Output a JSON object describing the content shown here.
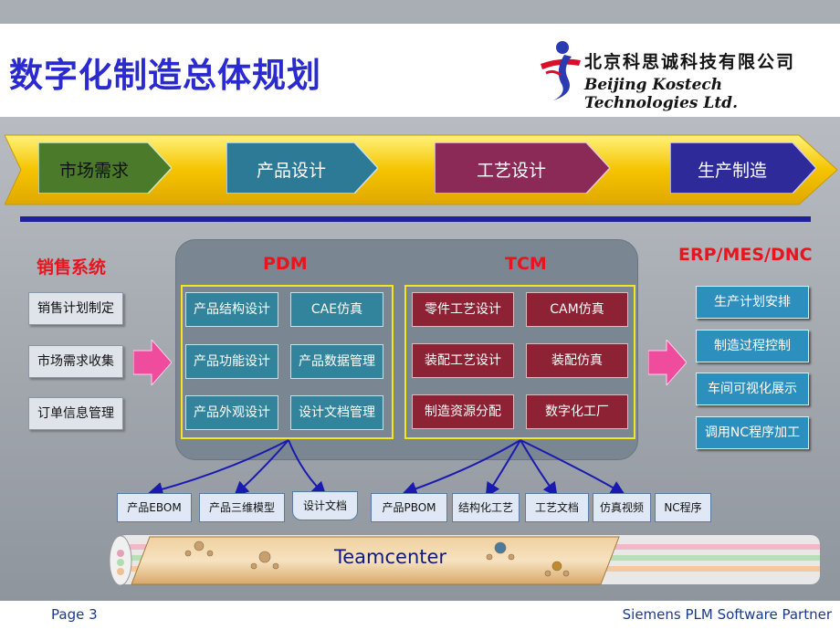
{
  "slide": {
    "title": "数字化制造总体规划",
    "page": "Page 3",
    "partner": "Siemens PLM Software Partner"
  },
  "logo": {
    "name_cn": "北京科思诚科技有限公司",
    "name_en": "Beijing Kostech Technologies Ltd."
  },
  "process": [
    {
      "label": "市场需求",
      "color": "#4a7a2a"
    },
    {
      "label": "产品设计",
      "color": "#2d7a96"
    },
    {
      "label": "工艺设计",
      "color": "#8b2a56"
    },
    {
      "label": "生产制造",
      "color": "#2e2a9a"
    }
  ],
  "sales": {
    "title": "销售系统",
    "items": [
      "销售计划制定",
      "市场需求收集",
      "订单信息管理"
    ]
  },
  "pdm": {
    "title": "PDM",
    "items": [
      "产品结构设计",
      "CAE仿真",
      "产品功能设计",
      "产品数据管理",
      "产品外观设计",
      "设计文档管理"
    ]
  },
  "tcm": {
    "title": "TCM",
    "items": [
      "零件工艺设计",
      "CAM仿真",
      "装配工艺设计",
      "装配仿真",
      "制造资源分配",
      "数字化工厂"
    ]
  },
  "erp": {
    "title": "ERP/MES/DNC",
    "items": [
      "生产计划安排",
      "制造过程控制",
      "车间可视化展示",
      "调用NC程序加工"
    ]
  },
  "documents": [
    "产品EBOM",
    "产品三维模型",
    "设计文档",
    "产品PBOM",
    "结构化工艺",
    "工艺文档",
    "仿真视频",
    "NC程序"
  ],
  "platform": "Teamcenter",
  "colors": {
    "title_blue": "#2a2ad0",
    "band_yellow": "#f5c400",
    "red_label": "#e8141e",
    "frame_yellow": "#f2e620",
    "pdm_box": "#31849b",
    "tcm_box": "#8c2234",
    "erp_box": "#2c8fbe",
    "connector": "#1a1ab0",
    "arrow_pink": "#f04c9e"
  }
}
